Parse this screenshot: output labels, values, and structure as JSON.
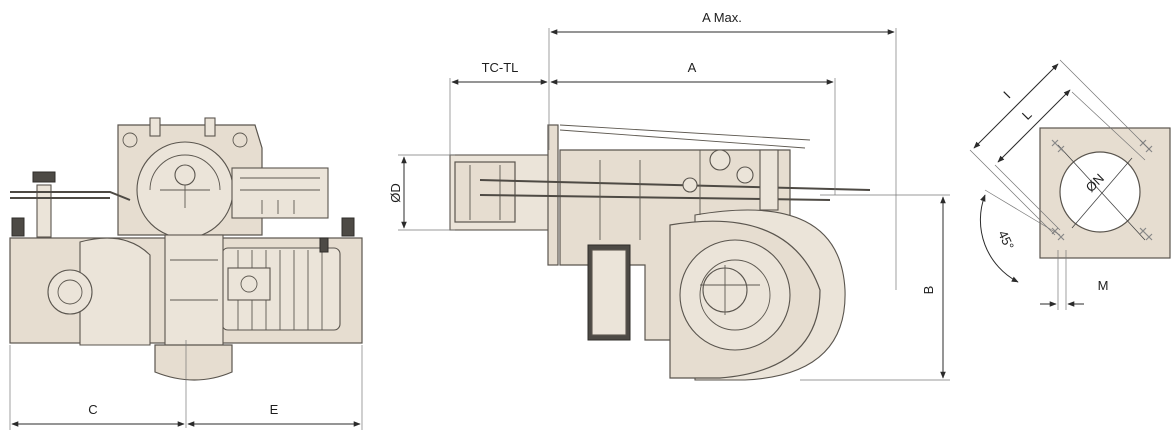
{
  "dimension_labels": {
    "a_max": "A Max.",
    "a": "A",
    "tc_tl": "TC-TL",
    "od": "ØD",
    "b": "B",
    "c": "C",
    "e": "E",
    "i": "I",
    "l": "L",
    "on": "ØN",
    "angle": "45°",
    "m": "M"
  },
  "colors": {
    "body_fill": "#e6ddd0",
    "line": "#2b2b2b",
    "background": "#ffffff"
  }
}
